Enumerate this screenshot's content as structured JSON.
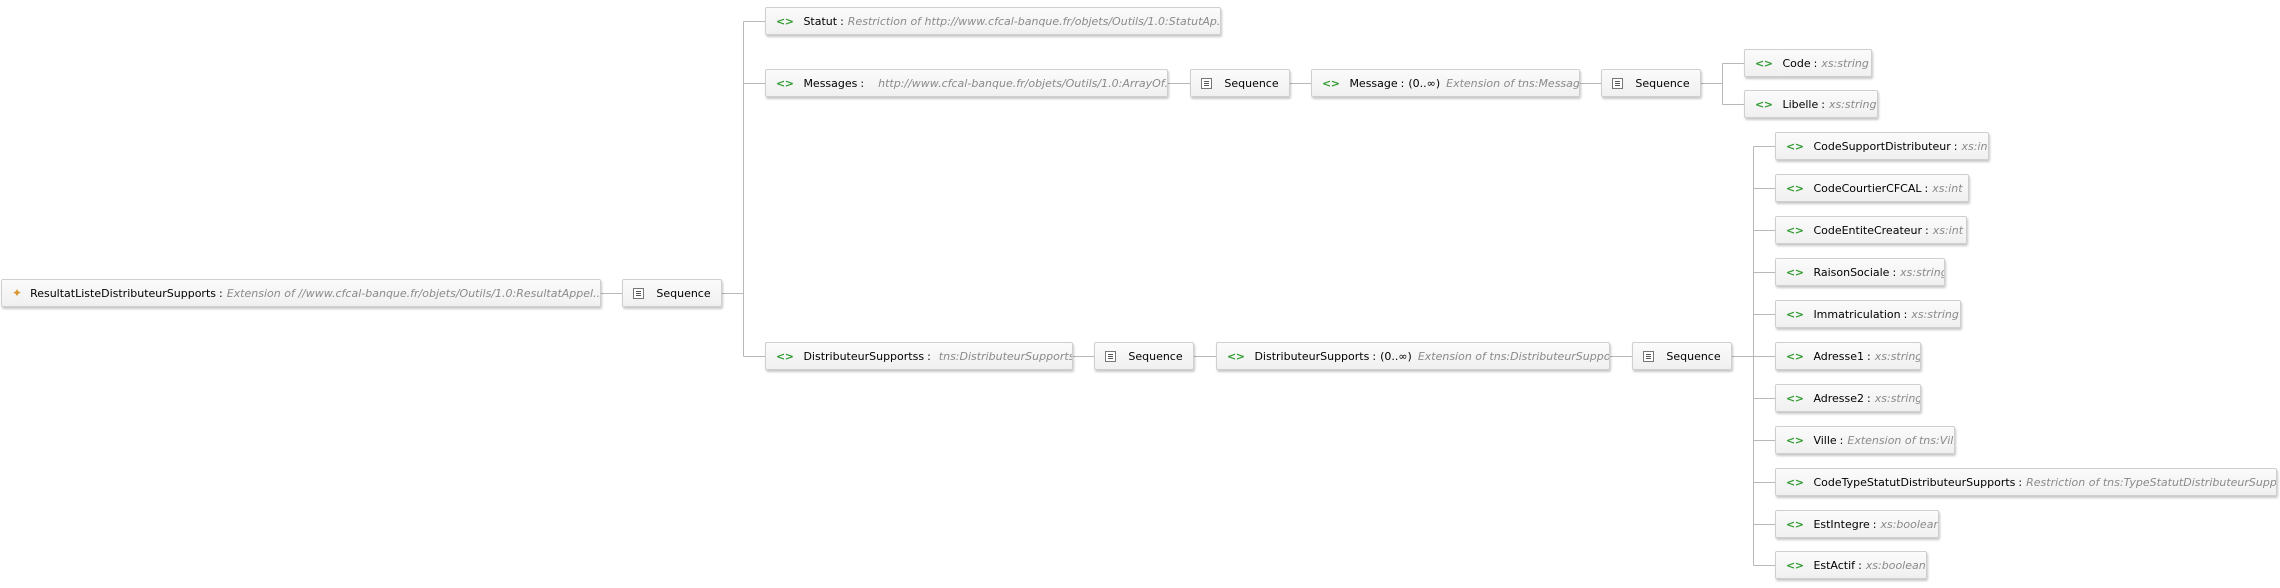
{
  "root": {
    "name": "ResultatListeDistributeurSupports",
    "type": "Extension of  //www.cfcal-banque.fr/objets/Outils/1.0:ResultatAppel...",
    "icon": "complex-type-icon"
  },
  "sequence_label": "Sequence",
  "statut": {
    "name": "Statut",
    "type": "Restriction of http://www.cfcal-banque.fr/objets/Outils/1.0:StatutAp..."
  },
  "messages": {
    "name": "Messages",
    "type": "http://www.cfcal-banque.fr/objets/Outils/1.0:ArrayOf..."
  },
  "message": {
    "name": "Message",
    "occ": "(0..∞)",
    "type": "Extension of tns:Message"
  },
  "code": {
    "name": "Code",
    "type": "xs:string"
  },
  "libelle": {
    "name": "Libelle",
    "type": "xs:string"
  },
  "distributeurSupportss": {
    "name": "DistributeurSupportss",
    "type": "tns:DistributeurSupportss"
  },
  "distributeurSupports": {
    "name": "DistributeurSupports",
    "occ": "(0..∞)",
    "type": "Extension of tns:DistributeurSupports"
  },
  "fields": [
    {
      "name": "CodeSupportDistributeur",
      "type": "xs:int"
    },
    {
      "name": "CodeCourtierCFCAL",
      "type": "xs:int"
    },
    {
      "name": "CodeEntiteCreateur",
      "type": "xs:int"
    },
    {
      "name": "RaisonSociale",
      "type": "xs:string"
    },
    {
      "name": "Immatriculation",
      "type": "xs:string"
    },
    {
      "name": "Adresse1",
      "type": "xs:string"
    },
    {
      "name": "Adresse2",
      "type": "xs:string"
    },
    {
      "name": "Ville",
      "type": "Extension of tns:Ville"
    },
    {
      "name": "CodeTypeStatutDistributeurSupports",
      "type": "Restriction of tns:TypeStatutDistributeurSupports"
    },
    {
      "name": "EstIntegre",
      "type": "xs:boolean"
    },
    {
      "name": "EstActif",
      "type": "xs:boolean"
    }
  ],
  "element_icon": "<>",
  "colors": {
    "element_icon": "#2f9a2f",
    "type_text": "#8a8a8a",
    "connector": "#b8b8b8"
  }
}
